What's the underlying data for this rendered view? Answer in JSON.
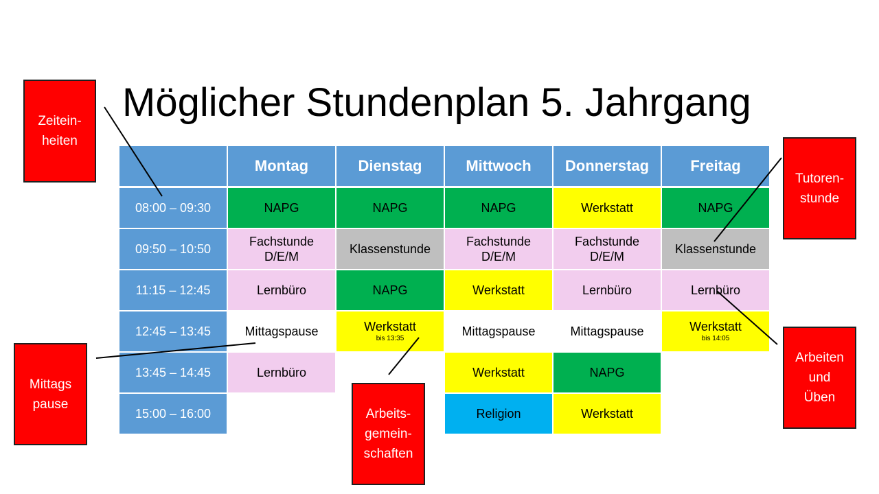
{
  "title": "Möglicher Stundenplan 5. Jahrgang",
  "days": [
    "Montag",
    "Dienstag",
    "Mittwoch",
    "Donnerstag",
    "Freitag"
  ],
  "rows": [
    {
      "time": "08:00 – 09:30",
      "cells": [
        {
          "text": "NAPG",
          "color": "green"
        },
        {
          "text": "NAPG",
          "color": "green"
        },
        {
          "text": "NAPG",
          "color": "green"
        },
        {
          "text": "Werkstatt",
          "color": "yellow"
        },
        {
          "text": "NAPG",
          "color": "green"
        }
      ]
    },
    {
      "time": "09:50 – 10:50",
      "cells": [
        {
          "text": "Fachstunde",
          "text2": "D/E/M",
          "color": "pink"
        },
        {
          "text": "Klassenstunde",
          "color": "gray"
        },
        {
          "text": "Fachstunde",
          "text2": "D/E/M",
          "color": "pink"
        },
        {
          "text": "Fachstunde",
          "text2": "D/E/M",
          "color": "pink"
        },
        {
          "text": "Klassenstunde",
          "color": "gray"
        }
      ]
    },
    {
      "time": "11:15 – 12:45",
      "cells": [
        {
          "text": "Lernbüro",
          "color": "pink"
        },
        {
          "text": "NAPG",
          "color": "green"
        },
        {
          "text": "Werkstatt",
          "color": "yellow"
        },
        {
          "text": "Lernbüro",
          "color": "pink"
        },
        {
          "text": "Lernbüro",
          "color": "pink"
        }
      ]
    },
    {
      "time": "12:45 – 13:45",
      "cells": [
        {
          "text": "Mittagspause",
          "color": "white"
        },
        {
          "text": "Werkstatt",
          "sub": "bis 13:35",
          "color": "yellow"
        },
        {
          "text": "Mittagspause",
          "color": "white"
        },
        {
          "text": "Mittagspause",
          "color": "white"
        },
        {
          "text": "Werkstatt",
          "sub": "bis 14:05",
          "color": "yellow"
        }
      ]
    },
    {
      "time": "13:45 – 14:45",
      "cells": [
        {
          "text": "Lernbüro",
          "color": "pink"
        },
        null,
        {
          "text": "Werkstatt",
          "color": "yellow"
        },
        {
          "text": "NAPG",
          "color": "green"
        },
        null
      ]
    },
    {
      "time": "15:00 – 16:00",
      "cells": [
        null,
        null,
        {
          "text": "Religion",
          "color": "blue"
        },
        {
          "text": "Werkstatt",
          "color": "yellow"
        },
        null
      ]
    }
  ],
  "callouts": {
    "zeiteinheiten": "Zeitein-\nheiten",
    "tutorenstunde": "Tutoren-\nstunde",
    "mittagspause": "Mittags\npause",
    "arbeitsgemeinschaften": "Arbeits-\ngemein-\nschaften",
    "arbeiten_ueben": "Arbeiten\nund\nÜben"
  },
  "colors": {
    "header_blue": "#5b9bd5",
    "green": "#00b050",
    "yellow": "#ffff00",
    "pink": "#f2cdee",
    "gray": "#bfbfbf",
    "white": "#ffffff",
    "blue": "#00b0f0",
    "callout_red": "#ff0000"
  }
}
